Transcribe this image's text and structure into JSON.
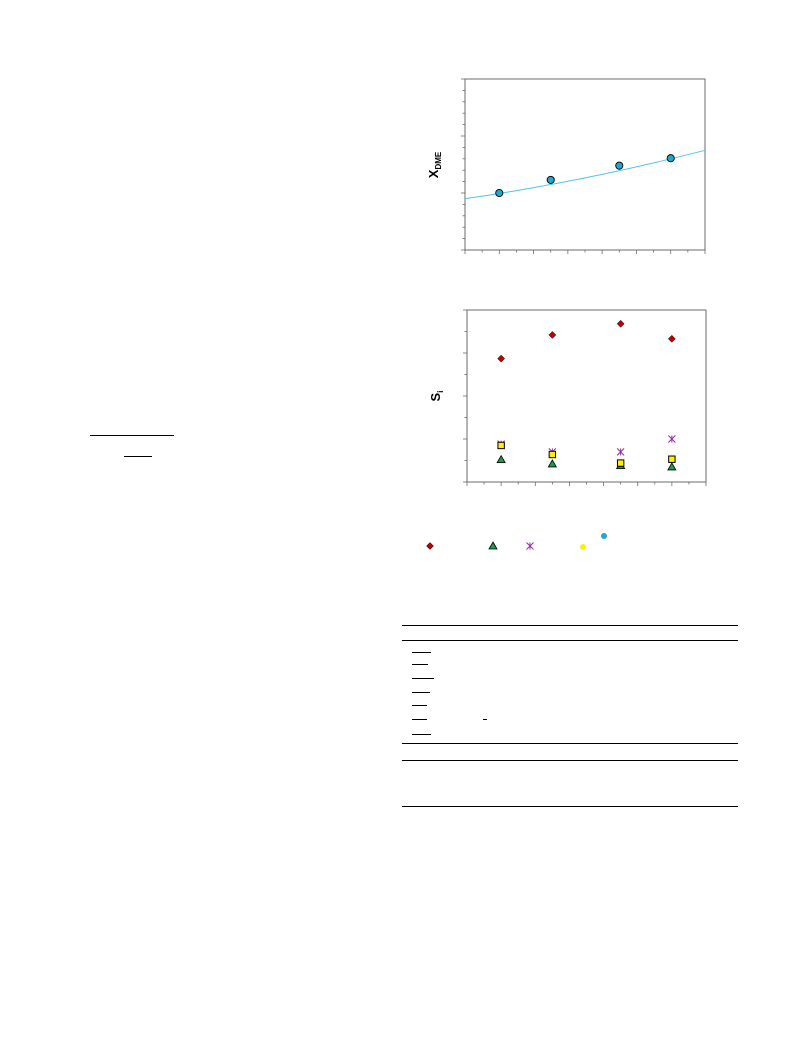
{
  "chart_data": [
    {
      "type": "scatter",
      "title": "",
      "xlabel": "",
      "ylabel": "X",
      "ylabel_subscript": "DME",
      "xlim": [
        0,
        7
      ],
      "ylim": [
        0,
        3
      ],
      "grid": false,
      "series": [
        {
          "marker": "circle",
          "color": "#1ea7cf",
          "x": [
            1,
            2.5,
            4.5,
            6
          ],
          "y": [
            1.0,
            1.23,
            1.48,
            1.61
          ]
        }
      ],
      "trendline": {
        "color": "#55c3e8",
        "x": [
          0,
          7
        ],
        "y": [
          0.9,
          1.75
        ]
      }
    },
    {
      "type": "scatter",
      "title": "",
      "xlabel": "",
      "ylabel": "S",
      "ylabel_subscript": "i",
      "xlim": [
        0,
        7
      ],
      "ylim": [
        0,
        4
      ],
      "grid": false,
      "series": [
        {
          "marker": "diamond",
          "color": "#c00000",
          "x": [
            1,
            2.5,
            4.5,
            6
          ],
          "y": [
            2.87,
            3.42,
            3.68,
            3.33
          ]
        },
        {
          "marker": "triangle",
          "color": "#1f9a4a",
          "x": [
            1,
            2.5,
            4.5,
            6
          ],
          "y": [
            0.52,
            0.42,
            0.38,
            0.35
          ]
        },
        {
          "marker": "asterisk",
          "color": "#8e2fa0",
          "x": [
            1,
            2.5,
            4.5,
            6
          ],
          "y": [
            0.88,
            0.7,
            0.7,
            1.0
          ]
        },
        {
          "marker": "square",
          "color": "#ffee00",
          "x": [
            1,
            2.5,
            4.5,
            6
          ],
          "y": [
            0.85,
            0.64,
            0.44,
            0.53
          ]
        }
      ]
    }
  ],
  "legend": {
    "items": [
      {
        "marker": "diamond",
        "color": "#c00000"
      },
      {
        "marker": "triangle",
        "color": "#1f9a4a"
      },
      {
        "marker": "asterisk",
        "color": "#8e2fa0"
      },
      {
        "marker": "dot",
        "color": "#ffee00"
      },
      {
        "marker": "dot",
        "color": "#1ea7cf"
      }
    ]
  }
}
